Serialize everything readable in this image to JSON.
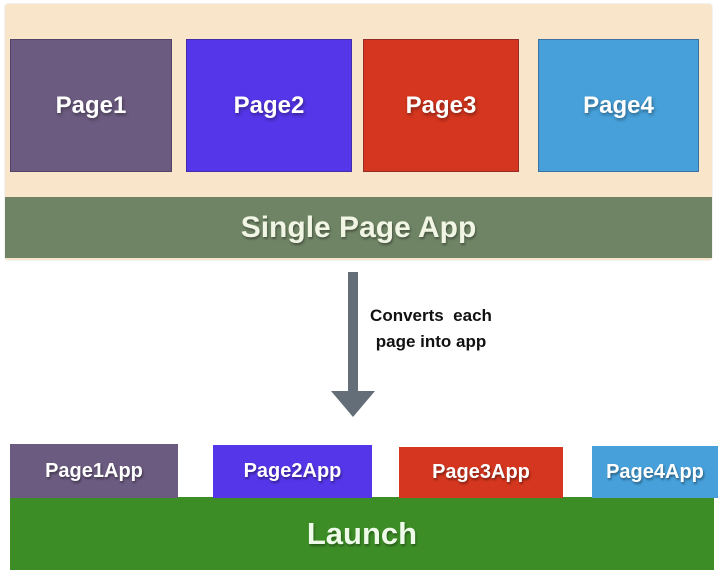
{
  "spa": {
    "bar_label": "Single Page App",
    "container_color": "#f9e6ca",
    "bar_color": "#6f8465",
    "pages": [
      {
        "label": "Page1",
        "color": "#6c5b80"
      },
      {
        "label": "Page2",
        "color": "#5536e8"
      },
      {
        "label": "Page3",
        "color": "#d4361f"
      },
      {
        "label": "Page4",
        "color": "#47a0da"
      }
    ]
  },
  "transition": {
    "caption_line1": "Converts  each",
    "caption_line2": "page into app",
    "arrow_color": "#646e78"
  },
  "launch": {
    "bar_label": "Launch",
    "bar_color": "#3d8d27",
    "apps": [
      {
        "label": "Page1App",
        "color": "#6c5b80"
      },
      {
        "label": "Page2App",
        "color": "#5536e8"
      },
      {
        "label": "Page3App",
        "color": "#d4361f"
      },
      {
        "label": "Page4App",
        "color": "#47a0da"
      }
    ]
  }
}
